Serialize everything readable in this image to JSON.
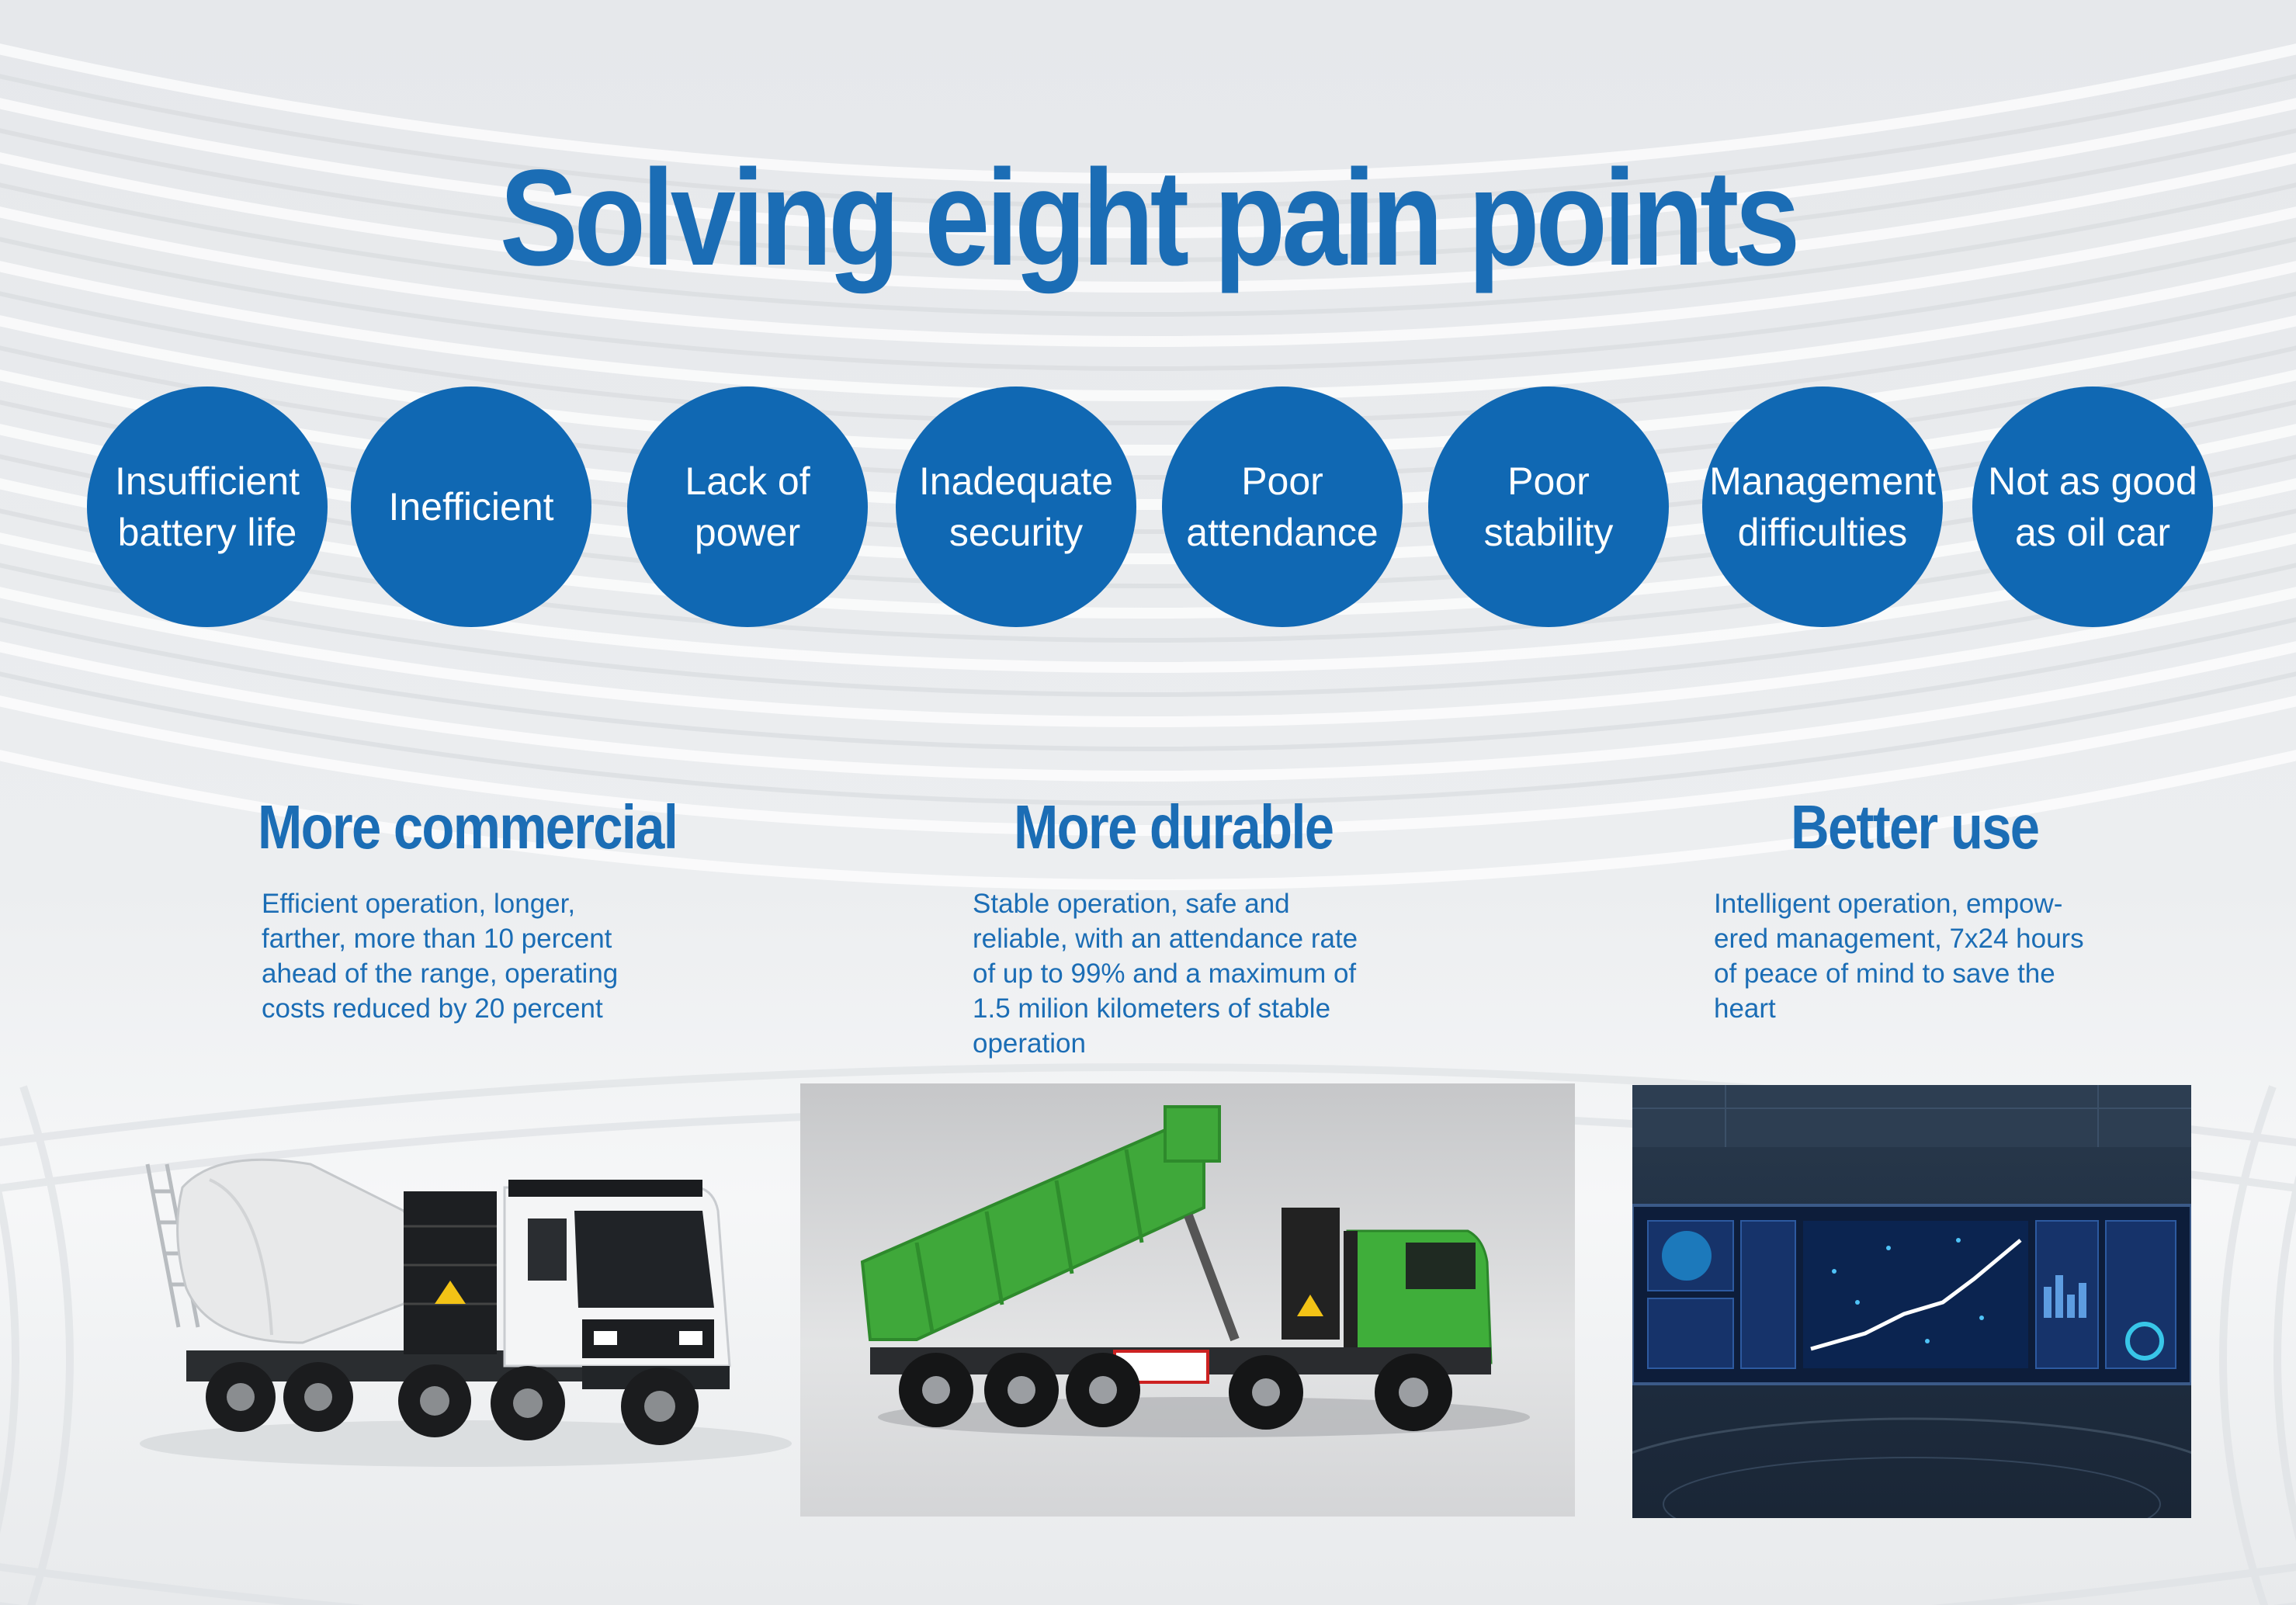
{
  "title": "Solving eight pain points",
  "pain_points": [
    "Insufficient\nbattery life",
    "Inefficient",
    "Lack of\npower",
    "Inadequate\nsecurity",
    "Poor\nattendance",
    "Poor\nstability",
    "Management\ndifficulties",
    "Not as good\nas oil car"
  ],
  "columns": [
    {
      "heading": "More commercial",
      "text": "Efficient operation, longer,\nfarther, more than 10 percent\nahead of the range, operating\ncosts reduced by 20 percent"
    },
    {
      "heading": "More durable",
      "text": "Stable operation, safe and\nreliable, with an attendance rate\nof up to 99% and a maximum of\n1.5 milion kilometers of stable\noperation"
    },
    {
      "heading": "Better use",
      "text": "Intelligent operation, empow-\nered management, 7x24 hours\nof peace of mind to save the\nheart"
    }
  ],
  "colors": {
    "brand_blue": "#1068b3",
    "title_blue": "#1b6db5",
    "truck_green": "#3fa83a"
  },
  "images": [
    "cement-mixer-truck",
    "green-dump-truck",
    "dashboard-screen"
  ]
}
